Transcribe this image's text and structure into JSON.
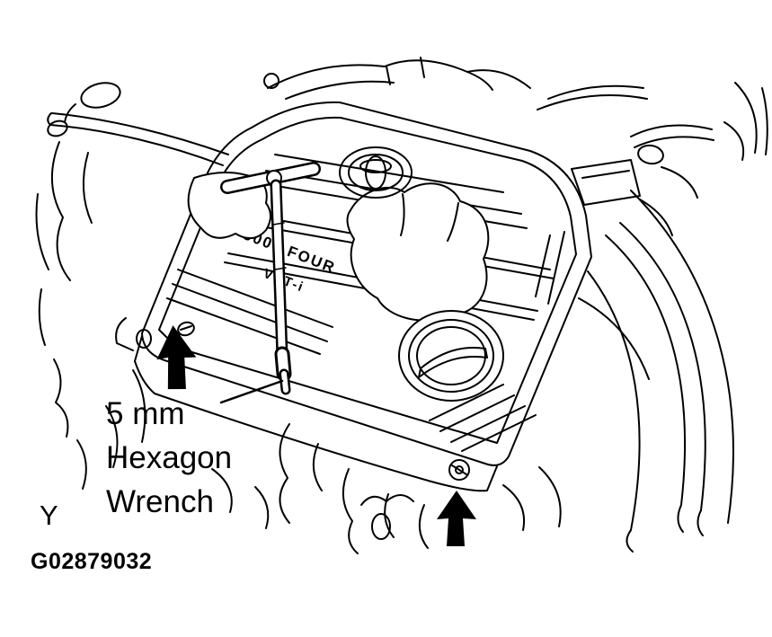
{
  "figure": {
    "tool_callout": {
      "line1": "5 mm",
      "line2": "Hexagon",
      "line3": "Wrench"
    },
    "view_label": "Y",
    "figure_id": "G02879032",
    "engine_cover": {
      "badge_primary": "V6 3000 FOUR",
      "badge_secondary": "VVT-i"
    }
  },
  "colors": {
    "ink": "#000000",
    "paper": "#ffffff"
  }
}
